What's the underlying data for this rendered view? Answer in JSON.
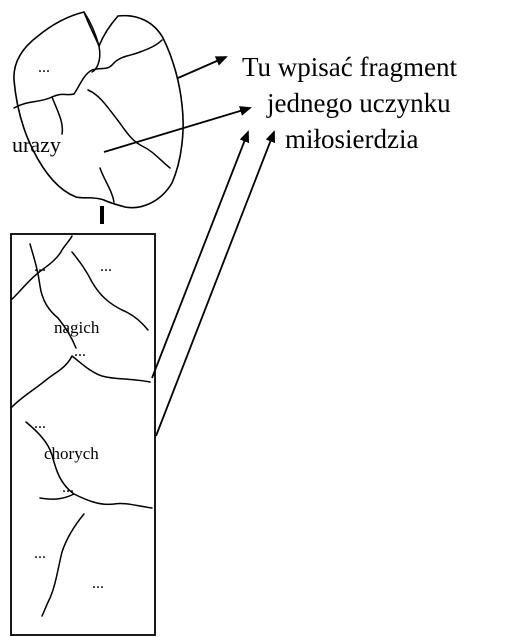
{
  "instruction": {
    "line1": "Tu wpisać fragment",
    "line2": "jednego uczynku",
    "line3": "miłosierdzia"
  },
  "leaf": {
    "label": "urazy",
    "ellipsis": "..."
  },
  "panel": {
    "label_nagich": "nagich",
    "label_chorych": "chorych",
    "ellipses": [
      "...",
      "...",
      "...",
      "...",
      "...",
      "...",
      "..."
    ]
  },
  "colors": {
    "ink": "#000000",
    "background": "#ffffff"
  }
}
